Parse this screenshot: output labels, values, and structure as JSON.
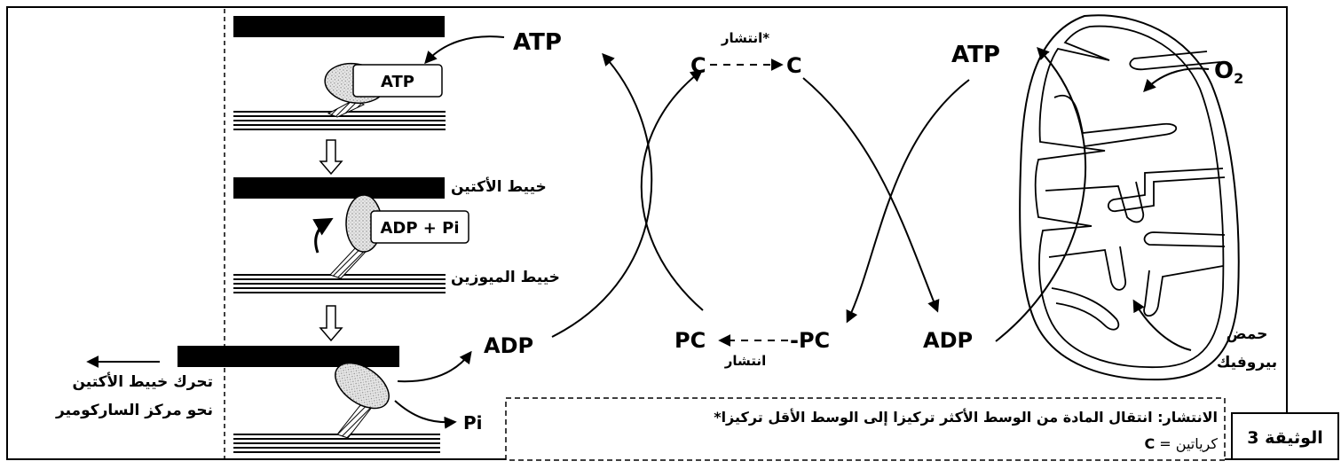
{
  "labels": {
    "atp_box": "ATP",
    "adp_pi_box": "ADP + Pi",
    "actin_filament": "خييط الأكتين",
    "myosin_filament": "خييط الميوزين",
    "movement_line1": "تحرك خييط الأكتين",
    "movement_line2": "نحو مركز الساركومير",
    "atp_left": "ATP",
    "adp_left": "ADP",
    "pi": "Pi",
    "c_left": "C",
    "c_right": "C",
    "diffusion_top": "انتشار*",
    "pc_left": "PC",
    "pc_right": "-PC",
    "diffusion_bottom": "انتشار",
    "atp_right": "ATP",
    "adp_right": "ADP",
    "oxygen": "O",
    "oxygen_sub": "2",
    "pyruvic_line1": "حمض",
    "pyruvic_line2": "بيروفيك",
    "definition_line1": "*الانتشار: انتقال المادة من الوسط الأكثر تركيزا إلى الوسط الأقل تركيزا",
    "definition_c_letter": "C",
    "definition_c_text": " = كرياتين",
    "document_label": "الوثيقة 3"
  },
  "colors": {
    "ink": "#000000",
    "myosin_head_fill": "#d9d9d9",
    "background": "#ffffff"
  }
}
